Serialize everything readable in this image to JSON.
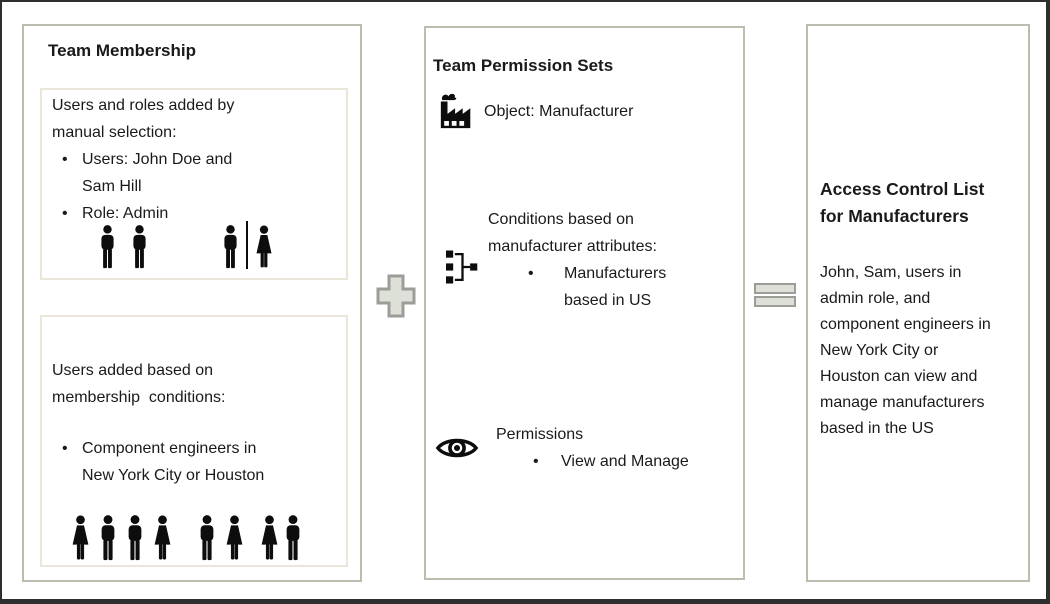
{
  "left_panel": {
    "title": "Team Membership",
    "manual_box": {
      "heading": "Users and roles added by manual selection:",
      "bullets": [
        "Users: John Doe and Sam Hill",
        "Role: Admin"
      ],
      "people": [
        "male",
        "male"
      ],
      "restroom_pair": [
        "male",
        "female"
      ]
    },
    "condition_box": {
      "heading": "Users added based on membership  conditions:",
      "bullets": [
        "Component engineers in New York City or Houston"
      ],
      "people": [
        "female",
        "male",
        "male",
        "female",
        "male",
        "female",
        "female",
        "male"
      ]
    }
  },
  "operators": {
    "plus": "plus",
    "equals": "equals"
  },
  "middle_panel": {
    "title": "Team Permission Sets",
    "object_row": {
      "icon": "factory-icon",
      "text": "Object: Manufacturer"
    },
    "conditions_row": {
      "icon": "conditions-tree-icon",
      "heading": "Conditions based on manufacturer attributes:",
      "bullets": [
        "Manufacturers based in US"
      ]
    },
    "permissions_row": {
      "icon": "eye-icon",
      "heading": "Permissions",
      "bullets": [
        "View and Manage"
      ]
    }
  },
  "right_panel": {
    "title": "Access Control List for Manufacturers",
    "body": "John, Sam, users in admin role, and component engineers in New York City or Houston can view and manage manufacturers based in the US"
  },
  "ui": {
    "bullet_char": "•"
  },
  "colors": {
    "frame_border": "#2e2e2e",
    "panel_border": "#b9bfae",
    "inner_box_border": "#eae7da",
    "operator_fill": "#dde0d6",
    "operator_border": "#9c9c98",
    "icon_ink": "#0d0d0d",
    "text": "#1a1a1a",
    "background": "#ffffff"
  }
}
